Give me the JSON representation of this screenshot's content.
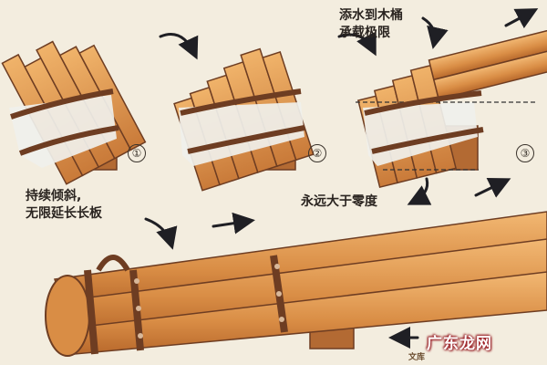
{
  "labels": {
    "fill_limit_line1": "添水到木桶",
    "fill_limit_line2": "承载极限",
    "continuous_tilt_line1": "持续倾斜,",
    "continuous_tilt_line2": "无限延长长板",
    "always_above_zero": "永远大于零度"
  },
  "steps": [
    "①",
    "②",
    "③"
  ],
  "watermark": {
    "text": "广东龙网",
    "sub_text": "文库"
  },
  "colors": {
    "background": "#f3eddf",
    "wood_light": "#e9a45a",
    "wood_dark": "#b8692c",
    "band": "#6e3d22",
    "rivet": "#d8b89a",
    "water": "#f0f0ec",
    "support": "#b36a33",
    "arrow": "#1f1f24"
  }
}
